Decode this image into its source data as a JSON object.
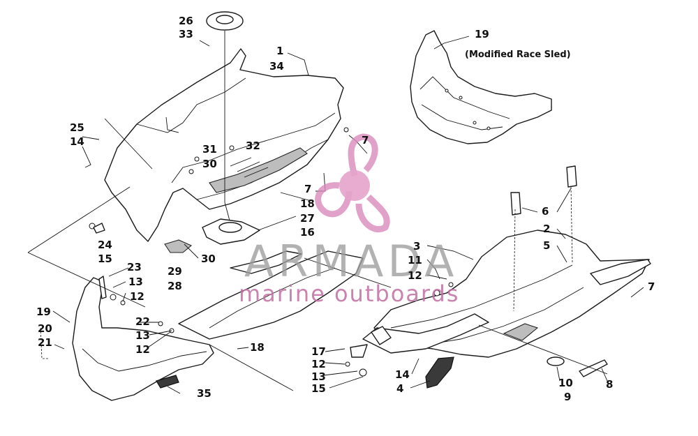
{
  "diagram": {
    "note": "(Modified Race Sled)",
    "callouts": {
      "c1": "1",
      "c2": "2",
      "c3": "3",
      "c4": "4",
      "c5": "5",
      "c6": "6",
      "c7a": "7",
      "c7b": "7",
      "c7c": "7",
      "c8": "8",
      "c9": "9",
      "c10": "10",
      "c11": "11",
      "c12a": "12",
      "c12b": "12",
      "c12c": "12",
      "c13a": "13",
      "c13b": "13",
      "c13c": "13",
      "c14a": "14",
      "c14b": "14",
      "c15a": "15",
      "c15b": "15",
      "c16": "16",
      "c17": "17",
      "c18a": "18",
      "c18b": "18",
      "c19a": "19",
      "c19b": "19",
      "c20": "20",
      "c21": "21",
      "c22": "22",
      "c23": "23",
      "c24": "24",
      "c25": "25",
      "c26": "26",
      "c27": "27",
      "c28": "28",
      "c29": "29",
      "c30a": "30",
      "c30b": "30",
      "c31": "31",
      "c32": "32",
      "c33": "33",
      "c34": "34",
      "c35": "35"
    }
  },
  "watermark": {
    "brand": "ARMADA",
    "tagline": "marine outboards",
    "colors": {
      "brand": "#9c9c9c",
      "tagline": "#c06da0",
      "logo": "#d98bbd"
    }
  }
}
